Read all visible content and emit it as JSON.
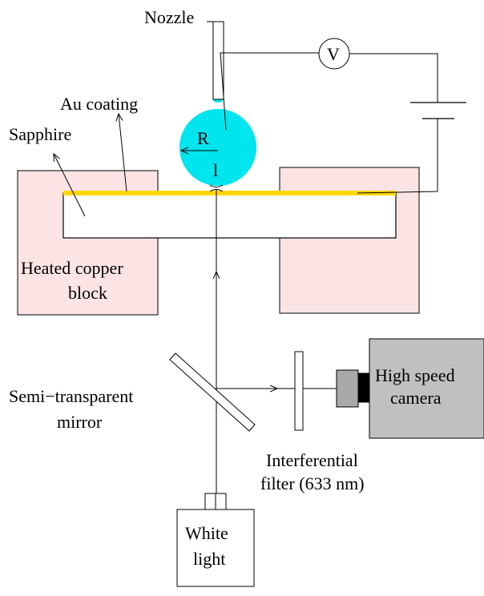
{
  "labels": {
    "nozzle": "Nozzle",
    "voltmeter": "V",
    "au_coating": "Au coating",
    "sapphire": "Sapphire",
    "radius": "R",
    "l_mark": "l",
    "heated_block_line1": "Heated copper",
    "heated_block_line2": "block",
    "mirror_line1": "Semi−transparent",
    "mirror_line2": "mirror",
    "camera_line1": "High speed",
    "camera_line2": "camera",
    "filter_line1": "Interferential",
    "filter_line2": "filter (633 nm)",
    "light_line1": "White",
    "light_line2": "light"
  },
  "colors": {
    "copper_block": "#fce4e4",
    "gold_coating": "#ffd700",
    "droplet": "#00e5ee",
    "camera_body": "#c0c0c0",
    "camera_lens_outer": "#a9a9a9",
    "camera_lens_inner": "#000000",
    "stroke": "#000000"
  }
}
